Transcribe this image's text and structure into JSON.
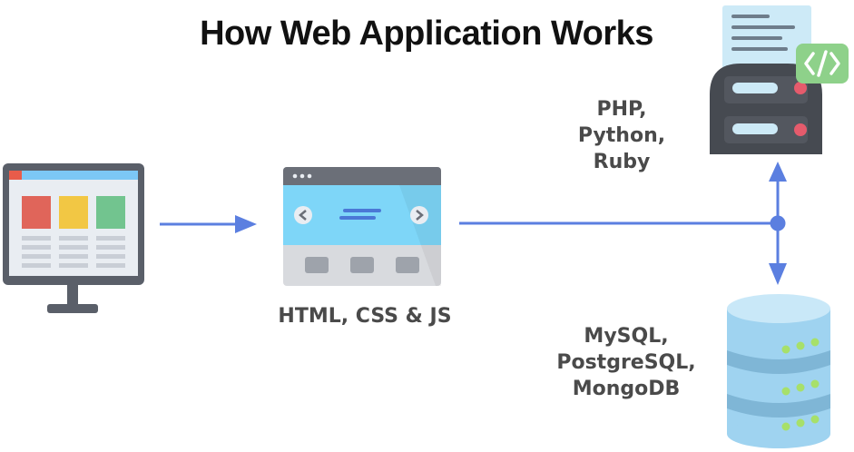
{
  "title": "How Web Application Works",
  "frontend": {
    "label": "HTML, CSS & JS"
  },
  "backend": {
    "languages": [
      "PHP,",
      "Python,",
      "Ruby"
    ]
  },
  "database": {
    "systems": [
      "MySQL,",
      "PostgreSQL,",
      "MongoDB"
    ]
  },
  "icons": {
    "client": "desktop-monitor-icon",
    "frontend": "browser-window-icon",
    "backend": "server-icon",
    "code": "code-tag-icon",
    "database": "database-cylinder-icon"
  },
  "colors": {
    "arrow": "#5b7fe0",
    "monitor_frame": "#5a5f69",
    "screen_blue": "#7cc7f5",
    "server_dark": "#464a51",
    "db_blue": "#9fd3f0",
    "code_green": "#8ed18a",
    "title": "#111111",
    "label": "#4a4a4a"
  }
}
